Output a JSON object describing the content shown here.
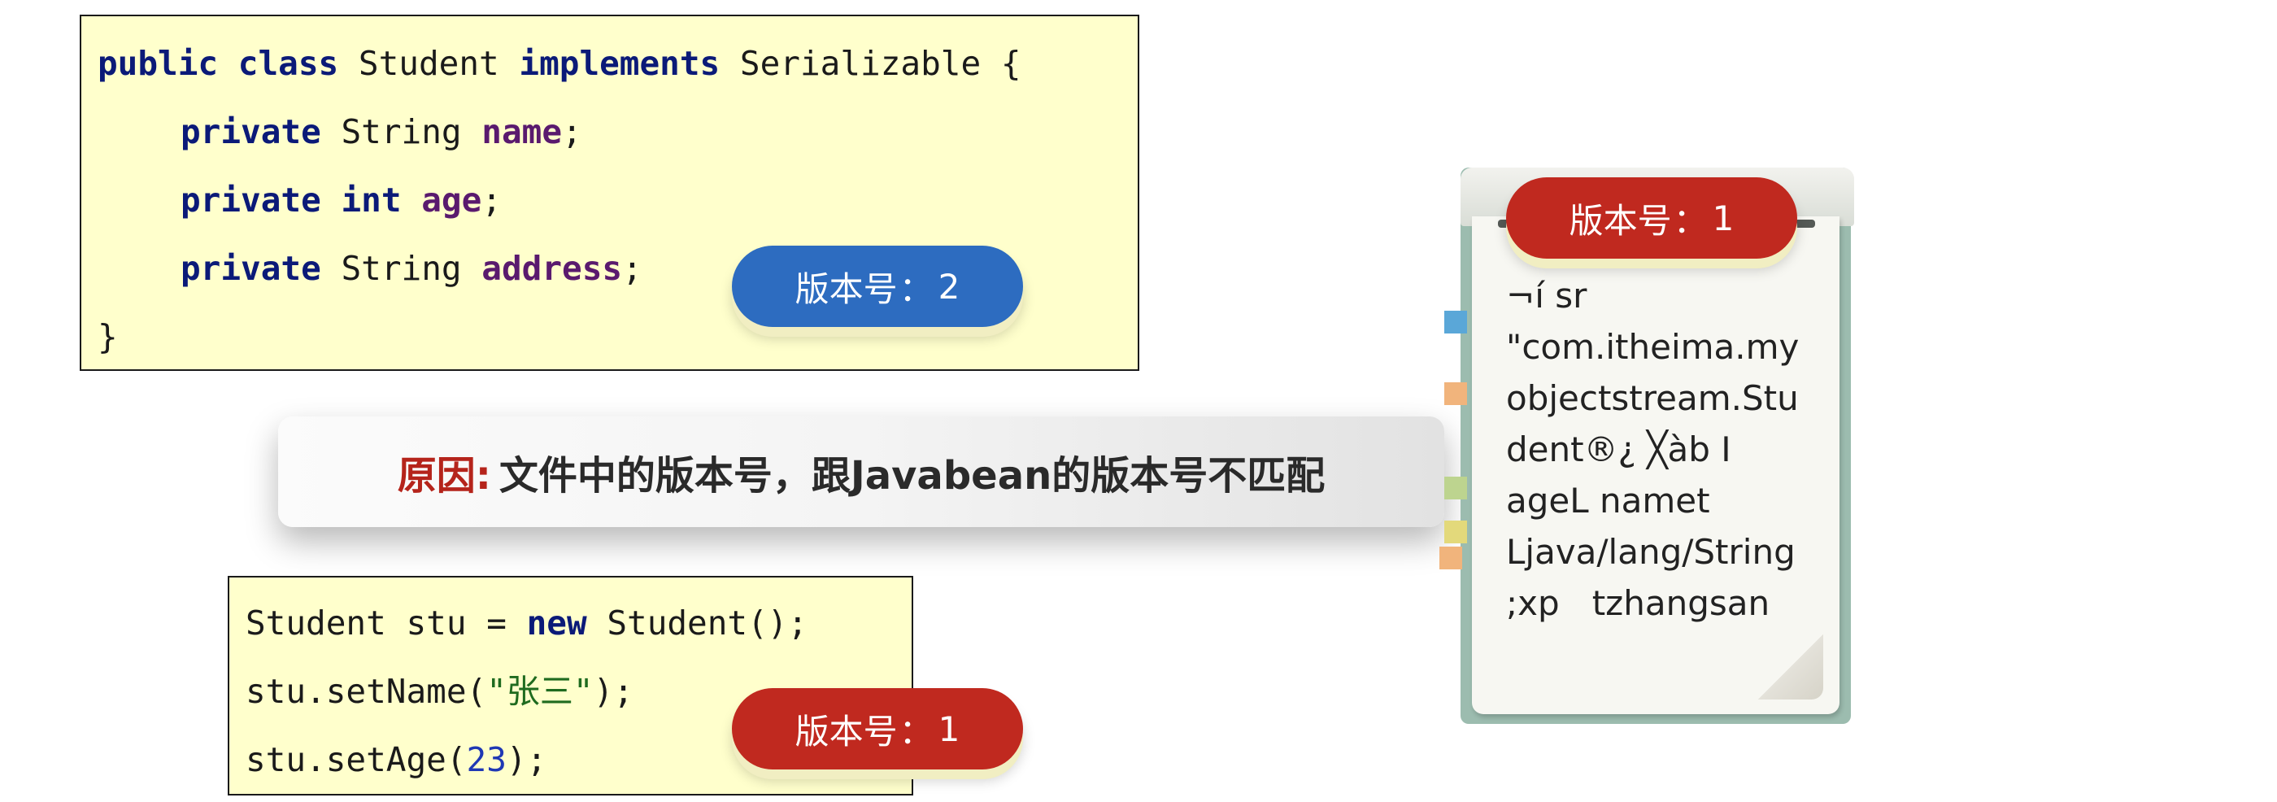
{
  "student_class": {
    "line1": {
      "kw1": "public",
      "kw2": "class",
      "name": "Student",
      "kw3": "implements",
      "iface": "Serializable {"
    },
    "line2": {
      "kw": "private",
      "type": "String",
      "field": "name",
      "end": ";"
    },
    "line3": {
      "kw": "private",
      "type": "int",
      "field": "age",
      "end": ";"
    },
    "line4": {
      "kw": "private",
      "type": "String",
      "field": "address",
      "end": ";"
    },
    "line5": "}"
  },
  "student_usage": {
    "line1": {
      "pre": "Student stu = ",
      "kw": "new",
      "post": " Student();"
    },
    "line2": {
      "pre": "stu.setName(",
      "str": "\"张三\"",
      "post": ");"
    },
    "line3": {
      "pre": "stu.setAge(",
      "num": "23",
      "post": ");"
    }
  },
  "version_labels": {
    "class_label": "版本号",
    "class_value": "2",
    "usage_label": "版本号",
    "usage_value": "1",
    "file_label": "版本号",
    "file_value": "1",
    "separator": "："
  },
  "reason": {
    "label": "原因:",
    "text": "文件中的版本号，跟Javabean的版本号不匹配"
  },
  "serialized_file": {
    "lines": [
      "¬í sr",
      "\"com.itheima.my",
      "objectstream.Stu",
      "dent®¿ ╳àb I",
      "ageL namet",
      "Ljava/lang/String",
      ";xp   tzhangsan"
    ]
  },
  "colors": {
    "code_bg": "#ffffcc",
    "pill_blue": "#2d6cc0",
    "pill_red": "#c0291f",
    "reason_label": "#b5241b",
    "notebook": "#9cbcaf"
  }
}
